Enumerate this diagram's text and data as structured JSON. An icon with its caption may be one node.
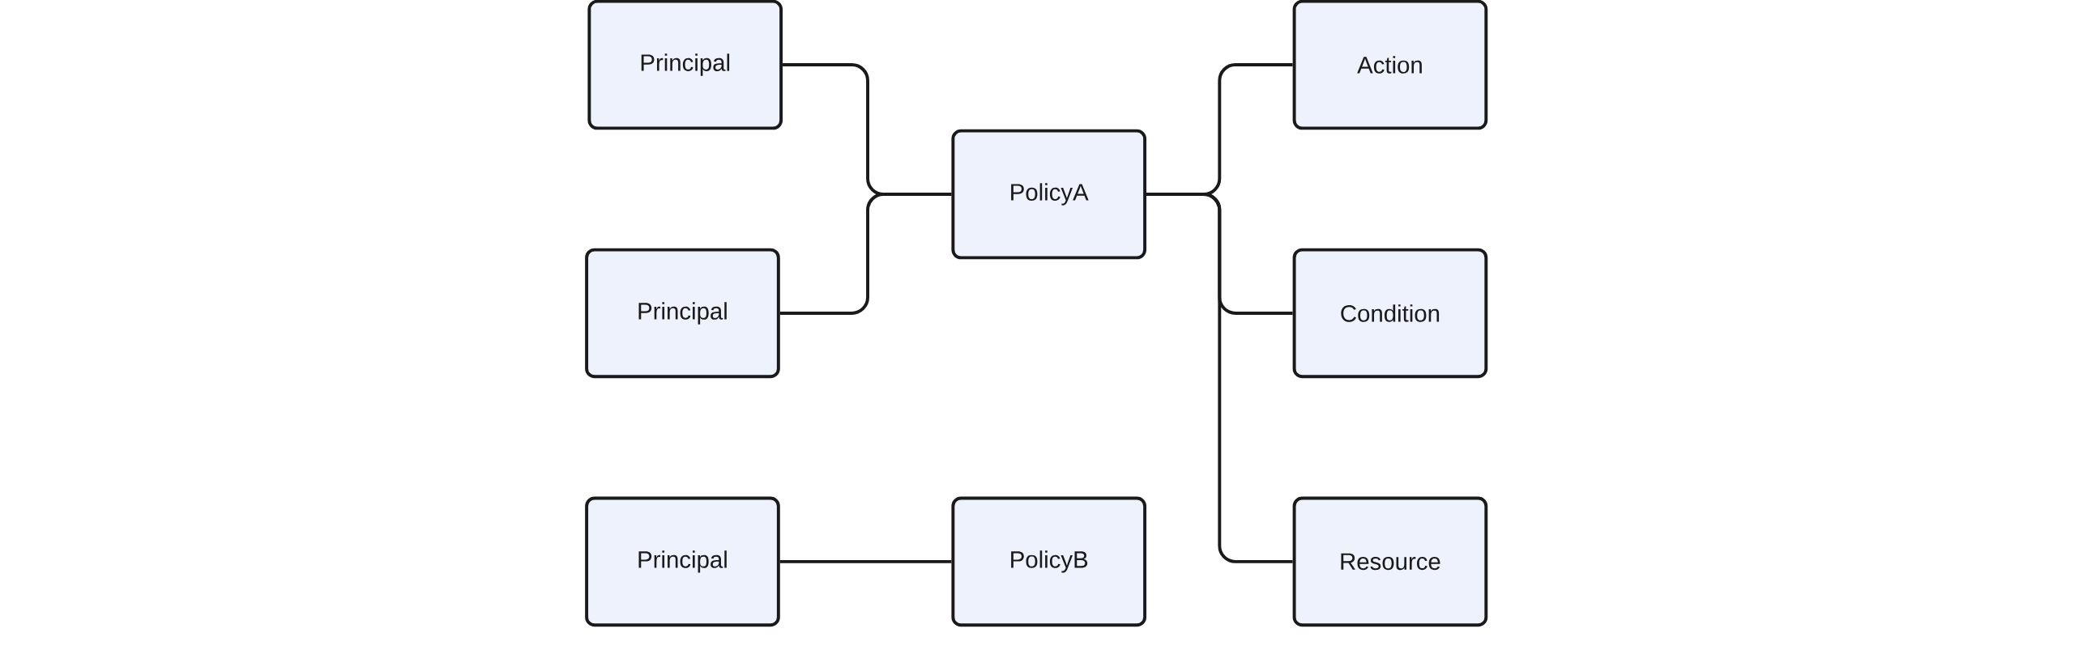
{
  "diagram": {
    "nodes": [
      {
        "text": [
          "Principal"
        ]
      },
      {
        "text": [
          "Principal"
        ]
      },
      {
        "text": [
          "Principal"
        ]
      },
      {
        "text": [
          "PolicyA"
        ]
      },
      {
        "text": [
          "PolicyB"
        ]
      },
      {
        "text": [
          "Action"
        ]
      },
      {
        "text": [
          "Condition"
        ]
      },
      {
        "text": [
          "Resource"
        ]
      }
    ],
    "edges": [
      {
        "from": 0,
        "to": 3,
        "arrow": "none"
      },
      {
        "from": 1,
        "to": 3,
        "arrow": "none"
      },
      {
        "from": 3,
        "to": 5,
        "arrow": "none"
      },
      {
        "from": 3,
        "to": 6,
        "arrow": "none"
      },
      {
        "from": 3,
        "to": 7,
        "arrow": "none"
      },
      {
        "from": 2,
        "to": 4,
        "arrow": "none"
      }
    ]
  }
}
